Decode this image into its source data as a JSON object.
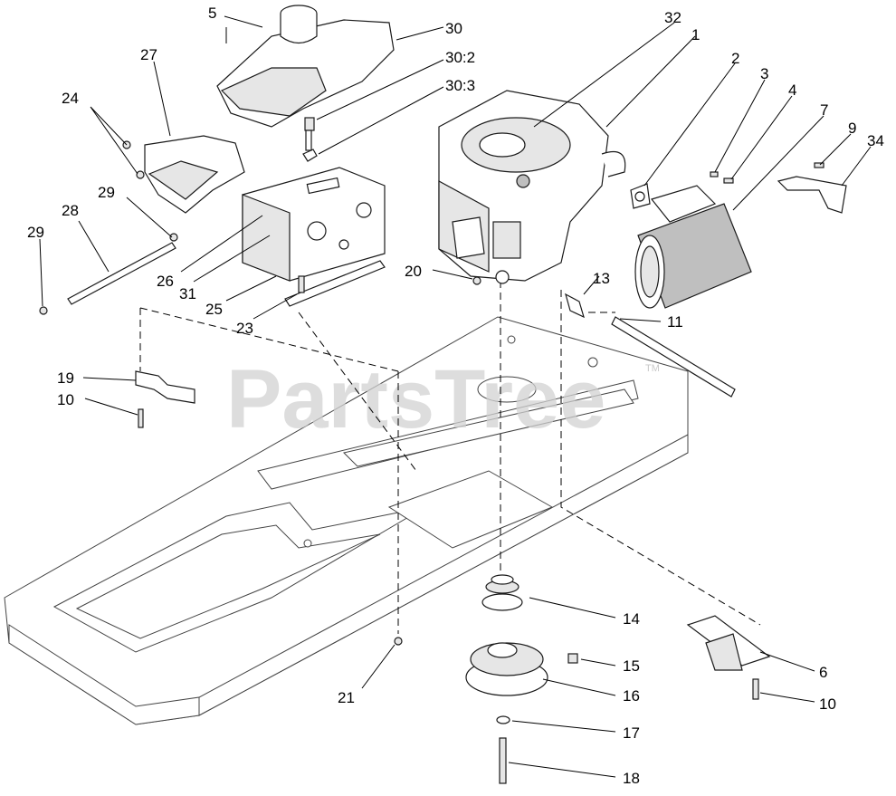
{
  "watermark": {
    "text": "PartsTree",
    "trademark": "TM"
  },
  "callouts": {
    "c1": "1",
    "c2": "2",
    "c3": "3",
    "c4": "4",
    "c5": "5",
    "c6": "6",
    "c7": "7",
    "c9": "9",
    "c10a": "10",
    "c10b": "10",
    "c11": "11",
    "c13": "13",
    "c14": "14",
    "c15": "15",
    "c16": "16",
    "c17": "17",
    "c18": "18",
    "c19": "19",
    "c20": "20",
    "c21": "21",
    "c23": "23",
    "c24": "24",
    "c25": "25",
    "c26": "26",
    "c27": "27",
    "c28": "28",
    "c29a": "29",
    "c29b": "29",
    "c30": "30",
    "c30_2": "30:2",
    "c30_3": "30:3",
    "c31": "31",
    "c32": "32",
    "c34": "34"
  }
}
